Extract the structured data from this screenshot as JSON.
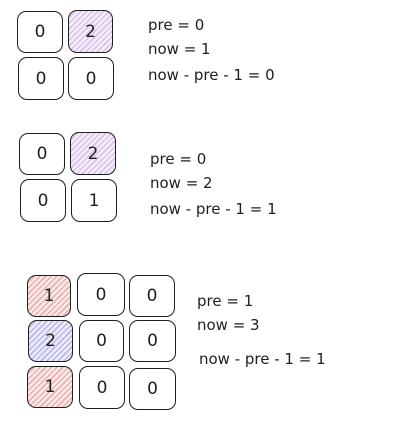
{
  "examples": [
    {
      "grid": [
        [
          {
            "v": "0",
            "fill": "none"
          },
          {
            "v": "2",
            "fill": "purple"
          }
        ],
        [
          {
            "v": "0",
            "fill": "none"
          },
          {
            "v": "0",
            "fill": "none"
          }
        ]
      ],
      "lines": [
        "pre = 0",
        "now = 1",
        "now - pre - 1 = 0"
      ]
    },
    {
      "grid": [
        [
          {
            "v": "0",
            "fill": "none"
          },
          {
            "v": "2",
            "fill": "purple"
          }
        ],
        [
          {
            "v": "0",
            "fill": "none"
          },
          {
            "v": "1",
            "fill": "none"
          }
        ]
      ],
      "lines": [
        "pre = 0",
        "now = 2",
        "now - pre - 1 = 1"
      ]
    },
    {
      "grid": [
        [
          {
            "v": "1",
            "fill": "pink"
          },
          {
            "v": "0",
            "fill": "none"
          },
          {
            "v": "0",
            "fill": "none"
          }
        ],
        [
          {
            "v": "2",
            "fill": "blue"
          },
          {
            "v": "0",
            "fill": "none"
          },
          {
            "v": "0",
            "fill": "none"
          }
        ],
        [
          {
            "v": "1",
            "fill": "pink"
          },
          {
            "v": "0",
            "fill": "none"
          },
          {
            "v": "0",
            "fill": "none"
          }
        ]
      ],
      "lines": [
        "pre = 1",
        "now = 3",
        "now - pre - 1 = 1"
      ]
    }
  ],
  "colors": {
    "purple": "#d9c2ea",
    "pink": "#eab0b0",
    "blue": "#b9b6ea",
    "stroke": "#1f1f1f"
  }
}
